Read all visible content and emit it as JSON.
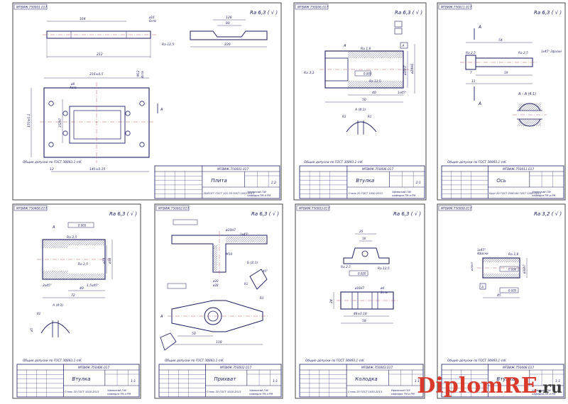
{
  "watermark": {
    "main": "DiplomRE",
    "suffix": ".ru"
  },
  "sheets": [
    {
      "code": "МГВИЖ.750001.017",
      "rough": "Ra 6,3 ( √ )",
      "note": "Общие допуски по ГОСТ 30893.1-mK",
      "title": "Плита",
      "material": "20Х13ГГ ГОСТ 103-76 ГОСТ 1050-2013",
      "mass": "1:2",
      "dims": [
        "164",
        "212",
        "216±0.5",
        "145±0.15",
        "12",
        "150±0.1",
        "ø16",
        "6отв",
        "ø8",
        "4отв",
        "M12",
        "4отв",
        "128",
        "80",
        "220",
        "Ra 12,5"
      ]
    },
    {
      "code": "МГВИЖ.750006.017",
      "rough": "Ra 6,3 ( √ )",
      "note": "Общие допуски по ГОСТ 30893.1-mK",
      "title": "Втулка",
      "material": "Сталь 20 ГОСТ 1050-2013",
      "mass": "2:1",
      "dims": [
        "Ra 1,6",
        "Ra 3,2",
        "Ra 12,5",
        "0.005",
        "ø39h7",
        "ø29H6",
        "40",
        "50",
        "1x45°",
        "A",
        "A (4:1)",
        "R1",
        "R3"
      ]
    },
    {
      "code": "МГВИЖ.750011.017",
      "rough": "Ra 6,3 ( √ )",
      "note": "Общие допуски по ГОСТ 30893.1-mK",
      "title": "Ось",
      "material": "Круг 20 ГОСТ 2590-88 ГОСТ 1050-2013",
      "mass": "",
      "dims": [
        "54",
        "Ra 2,5",
        "Ra 2,5",
        "1x45° 2фаски",
        "7",
        "19",
        "11",
        "A",
        "A – A (4:1)"
      ]
    },
    {
      "code": "МГВИЖ.750406.017",
      "rough": "Ra 6,3 ( √ )",
      "note": "Общие допуски по ГОСТ 30893.1-mK",
      "title": "Втулка",
      "material": "Сталь 20 ГОСТ 1050-2013",
      "mass": "1:1",
      "dims": [
        "A",
        "0.005",
        "Ra 2,5",
        "Ra 2,5",
        "ø38",
        "ø29",
        "2x45°",
        "40",
        "72",
        "1,5x45°",
        "A (4:1)",
        "R1",
        "ø5"
      ]
    },
    {
      "code": "МГВИЖ.750002.017",
      "rough": "Ra 6,3 ( √ )",
      "note": "Общие допуски по ГОСТ 30893.1-mK",
      "title": "Прихват",
      "material": "Сталь 20 ГОСТ 1050-2013",
      "mass": "1:1",
      "dims": [
        "ø16H7",
        "1x45°",
        "M10",
        "ø20",
        "ø28",
        "Б (2:1)",
        "R1",
        "R3",
        "45°",
        "50",
        "118",
        "A"
      ]
    },
    {
      "code": "МГВИЖ.750003.017",
      "rough": "Ra 6,3 ( √ )",
      "note": "Общие допуски по ГОСТ 30893.1-mK",
      "title": "Колодка",
      "material": "Сталь 20 ГОСТ 1050-2013",
      "mass": "1:1",
      "dims": [
        "25",
        "16",
        "Ra 2,5",
        "0.020",
        "Ra 12,5",
        "ø16H7",
        "ø4",
        "2отв",
        "48±0.18",
        "58",
        "24"
      ]
    },
    {
      "code": "МГВИЖ.750008.017",
      "rough": "Ra 3,2 ( √ )",
      "note": "Общие допуски по ГОСТ 30893.1-mK",
      "title": "Втулка",
      "material": "",
      "mass": "1:1",
      "dims": [
        "1x45°",
        "4фаски",
        "Ra 1,6",
        "ø20H7",
        "ø30h7",
        "0.006",
        "0.005",
        "45",
        "A"
      ]
    }
  ]
}
